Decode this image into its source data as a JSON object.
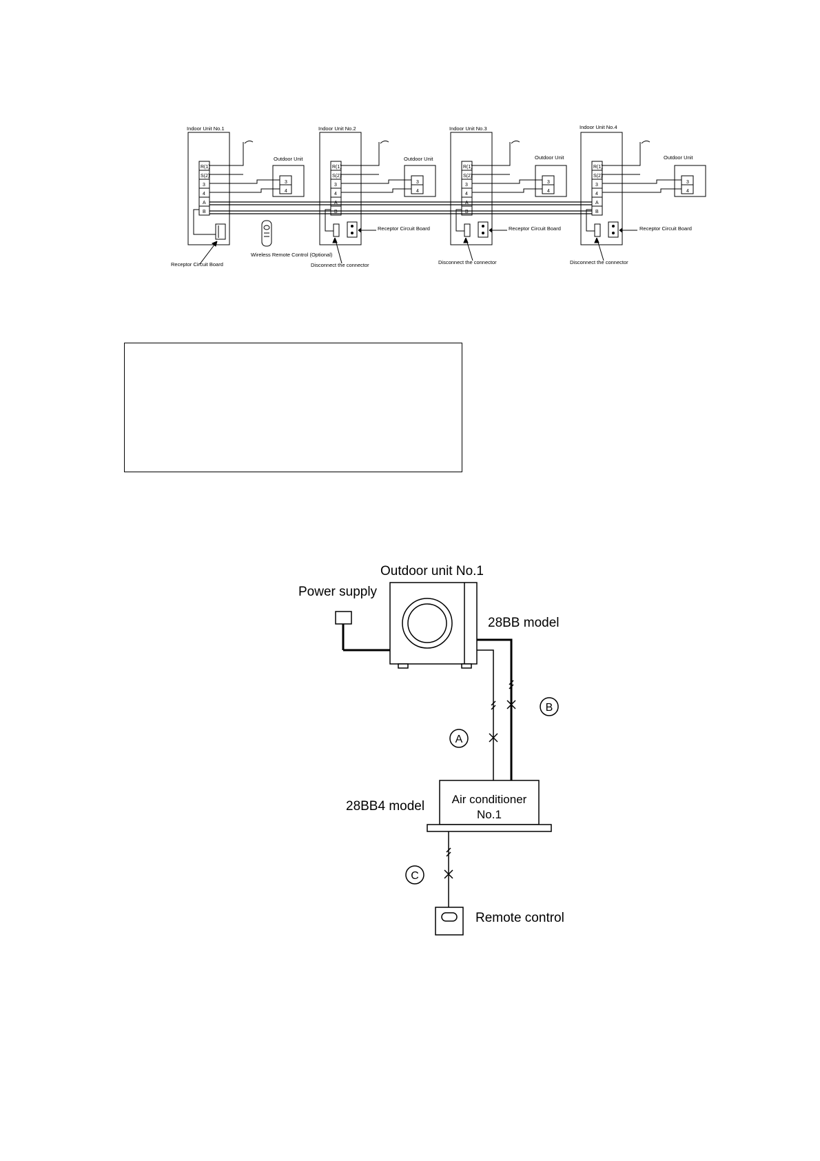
{
  "wiring_diagram": {
    "units": [
      {
        "label": "Indoor Unit No.1",
        "outdoor_label": "Outdoor Unit",
        "receptor_label": "Receptor Circuit Board",
        "connector_label": ""
      },
      {
        "label": "Indoor Unit No.2",
        "outdoor_label": "Outdoor Unit",
        "receptor_label": "Receptor Circuit Board",
        "connector_label": "Disconnect the connector"
      },
      {
        "label": "Indoor Unit No.3",
        "outdoor_label": "Outdoor Unit",
        "receptor_label": "Receptor Circuit Board",
        "connector_label": "Disconnect the connector"
      },
      {
        "label": "Indoor Unit No.4",
        "outdoor_label": "Outdoor Unit",
        "receptor_label": "Receptor Circuit Board",
        "connector_label": "Disconnect the connector"
      }
    ],
    "terminals": [
      "R(1)",
      "S(2)",
      "3",
      "4",
      "A",
      "B"
    ],
    "outdoor_terminals": [
      "3",
      "4"
    ],
    "wireless_remote": "Wireless Remote Control (Optional)"
  },
  "note_box": {
    "text": ""
  },
  "system_diagram": {
    "outdoor_unit": "Outdoor unit No.1",
    "power_supply": "Power supply",
    "outdoor_model": "28BB model",
    "indoor_model": "28BB4 model",
    "air_conditioner_line1": "Air conditioner",
    "air_conditioner_line2": "No.1",
    "remote_control": "Remote control",
    "callouts": [
      "A",
      "B",
      "C"
    ]
  }
}
